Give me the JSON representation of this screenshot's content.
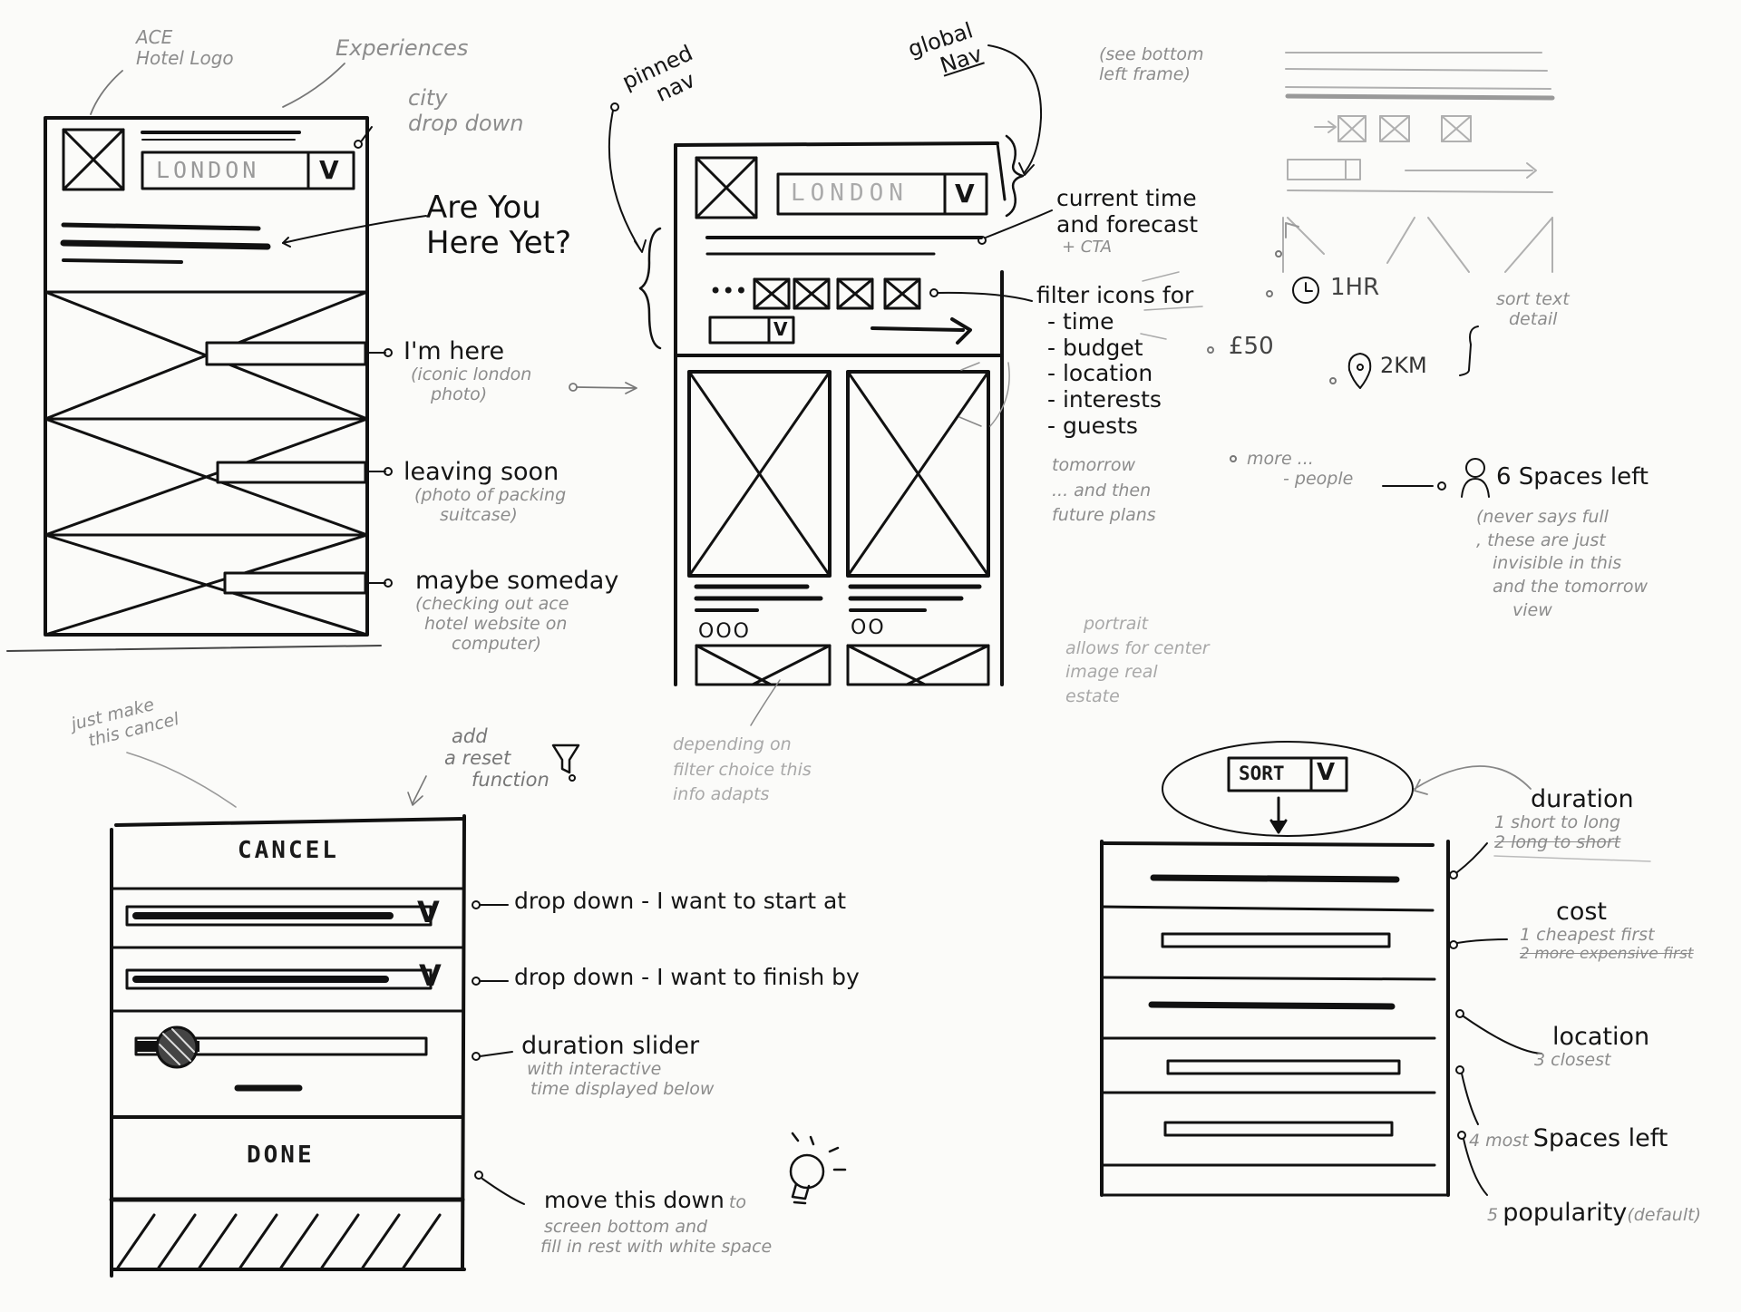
{
  "frame1": {
    "logo_label": [
      "ACE",
      "Hotel Logo"
    ],
    "experiences_label": "Experiences",
    "city_dropdown_label": [
      "city",
      "drop down"
    ],
    "city_value": "LONDON",
    "dropdown_glyph": "V",
    "hero_label": [
      "Are You",
      "Here Yet?"
    ],
    "option_here": {
      "title": "I'm here",
      "note": [
        "(iconic london",
        "photo)"
      ]
    },
    "option_leaving": {
      "title": "leaving soon",
      "note": [
        "(photo of packing",
        "suitcase)"
      ]
    },
    "option_someday": {
      "title": "maybe someday",
      "note": [
        "(checking out ace",
        "hotel website on",
        "computer)"
      ]
    }
  },
  "frame2": {
    "pinned_nav_label": [
      "pinned",
      "nav"
    ],
    "global_nav_label": [
      "global",
      "Nav"
    ],
    "city_value": "LONDON",
    "dropdown_glyph": "V",
    "forecast_label": [
      "current time",
      "and forecast"
    ],
    "cta_label": "+ CTA",
    "filter_dots": "•••",
    "filter_label": "filter icons for",
    "filter_items": [
      "- time",
      "- budget",
      "- location",
      "- interests",
      "- guests"
    ],
    "tomorrow_note": [
      "tomorrow",
      "... and then",
      "future plans"
    ],
    "portrait_note": [
      "portrait",
      "allows for center",
      "image real",
      "estate"
    ],
    "card_dots_left": "OOO",
    "card_dots_right": "OO",
    "adapt_note": [
      "depending on",
      "filter choice this",
      "info adapts"
    ]
  },
  "frame3": {
    "note": [
      "(see bottom",
      "left frame)"
    ],
    "time_value": "1HR",
    "budget_value": "£50",
    "distance_value": "2KM",
    "sort_detail": [
      "sort text",
      "detail"
    ],
    "more_label": "more ...",
    "people_label": "- people",
    "spaces_value": "6 Spaces left",
    "spaces_note": [
      "(never says full",
      ", these are just",
      "invisible in this",
      "and the tomorrow",
      "view"
    ]
  },
  "frame4": {
    "just_cancel_note": [
      "just make",
      "this cancel"
    ],
    "reset_note": [
      "add",
      "a reset",
      "function"
    ],
    "cancel_label": "CANCEL",
    "done_label": "DONE",
    "dropdown_glyph": "V",
    "start_label": "drop down - I want to start at",
    "finish_label": "drop down - I want to finish by",
    "slider_label": "duration slider",
    "slider_note": [
      "with interactive",
      "time displayed below"
    ],
    "move_down_label": "move this down",
    "move_down_note": [
      "to",
      "screen bottom and",
      "fill in rest with white space"
    ]
  },
  "frame5": {
    "sort_label": "SORT",
    "dropdown_glyph": "V",
    "options": [
      {
        "title": "duration",
        "sub": [
          "1 short to long",
          "2 long to short"
        ]
      },
      {
        "title": "cost",
        "sub": [
          "1 cheapest first",
          "2 more expensive first"
        ]
      },
      {
        "title": "location",
        "sub": [
          "3 closest"
        ]
      },
      {
        "title": "Spaces left",
        "sub": [
          "4 most"
        ]
      },
      {
        "title": "popularity",
        "sub": [
          "5",
          "(default)"
        ]
      }
    ]
  }
}
